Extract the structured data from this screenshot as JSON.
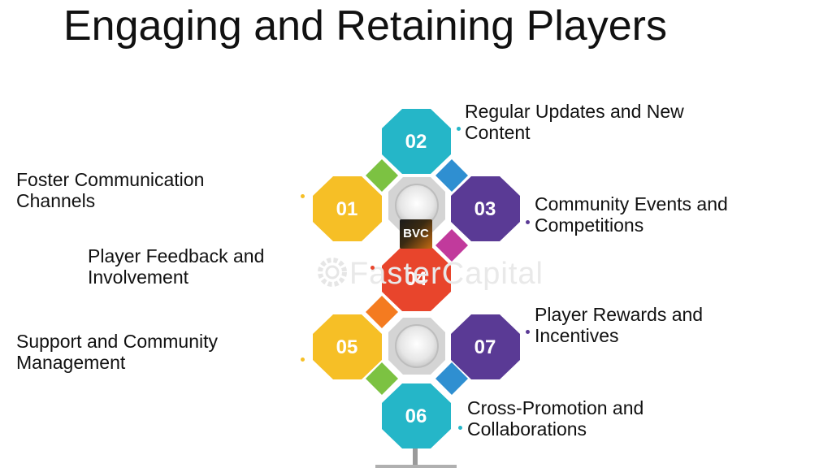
{
  "title": "Engaging and Retaining Players",
  "nodes": [
    {
      "id": "n01",
      "number": "01",
      "color": "#f6bf26"
    },
    {
      "id": "n02",
      "number": "02",
      "color": "#25b6c8"
    },
    {
      "id": "n03",
      "number": "03",
      "color": "#5a3a95"
    },
    {
      "id": "n04",
      "number": "04",
      "color": "#e8452c"
    },
    {
      "id": "n05",
      "number": "05",
      "color": "#f6bf26"
    },
    {
      "id": "n06",
      "number": "06",
      "color": "#25b6c8"
    },
    {
      "id": "n07",
      "number": "07",
      "color": "#5a3a95"
    }
  ],
  "labels": {
    "l01": "Foster Communication Channels",
    "l02": "Regular Updates and New Content",
    "l03": "Community Events and Competitions",
    "l04": "Player Feedback and Involvement",
    "l05": "Support and Community Management",
    "l06": "Cross-Promotion and Collaborations",
    "l07": "Player Rewards and Incentives"
  },
  "connector_colors": {
    "green": "#7cc242",
    "blue": "#2f8fd1",
    "magenta": "#c13a9c",
    "orange": "#f47b20"
  },
  "watermark": "FasterCapital",
  "logo_text": "BVC"
}
